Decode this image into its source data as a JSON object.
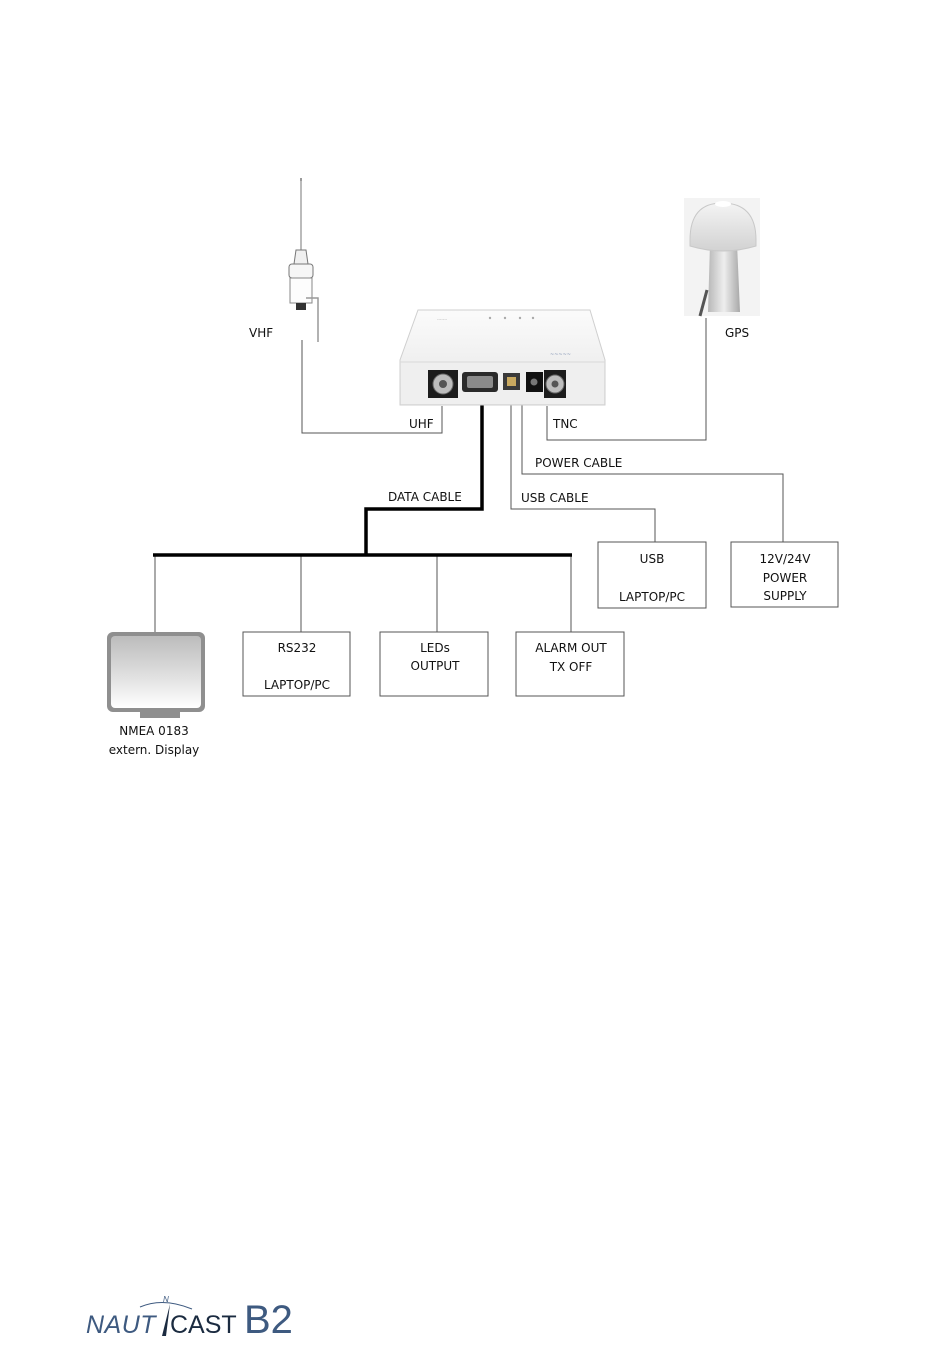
{
  "labels": {
    "vhf": "VHF",
    "gps": "GPS",
    "uhf": "UHF",
    "tnc": "TNC",
    "power_cable": "POWER CABLE",
    "data_cable": "DATA CABLE",
    "usb_cable": "USB CABLE"
  },
  "boxes": {
    "usb": [
      "USB",
      "",
      "LAPTOP/PC"
    ],
    "power": [
      "12V/24V",
      "POWER",
      "SUPPLY"
    ],
    "rs232": [
      "RS232",
      "",
      "LAPTOP/PC"
    ],
    "leds": [
      "LEDs",
      "OUTPUT"
    ],
    "alarm": [
      "ALARM  OUT",
      "TX OFF"
    ]
  },
  "display": {
    "line1": "NMEA 0183",
    "line2": "extern. Display"
  },
  "logo": {
    "left": "NAUT",
    "right": "CAST",
    "model": "B2",
    "north_mark": "N",
    "colors": {
      "primary": "#3e5a80",
      "accent": "#1b2b40"
    }
  },
  "icons": [
    "vhf-antenna-icon",
    "gps-antenna-icon",
    "ais-transponder-icon",
    "nmea-display-icon"
  ]
}
